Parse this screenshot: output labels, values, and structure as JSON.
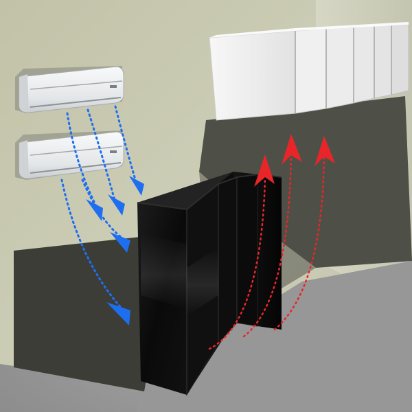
{
  "scene": {
    "wall_units": [
      {
        "id": "upper"
      },
      {
        "id": "lower"
      }
    ],
    "duct_segments": 6,
    "server_racks": 3,
    "cool_air_flows": 5,
    "hot_air_flows": 3
  },
  "colors": {
    "wall": "#c8c8b0",
    "floor": "#9a9a9a",
    "ceiling_shadow": "#55574c",
    "wall_shadow": "#3f3f37",
    "ac_unit": "#eceff1",
    "duct": "#f2f2f2",
    "server": "#0c0c0c",
    "cool_air": "#1e6ff0",
    "hot_air": "#e8262a"
  }
}
